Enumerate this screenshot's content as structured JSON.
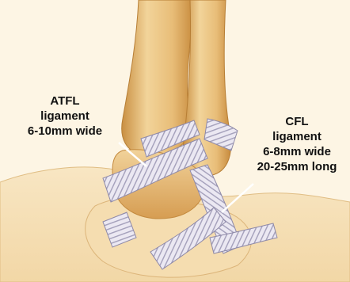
{
  "labels": {
    "atfl": {
      "line1": "ATFL",
      "line2": "ligament",
      "line3": "6-10mm wide"
    },
    "cfl": {
      "line1": "CFL",
      "line2": "ligament",
      "line3": "6-8mm wide",
      "line4": "20-25mm long"
    }
  },
  "colors": {
    "background": "#fdf5e4",
    "bone_light": "#f4d9a2",
    "bone_mid": "#e2b46c",
    "bone_dark": "#c58a3a",
    "ligament": "#e6e3ef",
    "ligament_stripe": "#9e99b5"
  }
}
